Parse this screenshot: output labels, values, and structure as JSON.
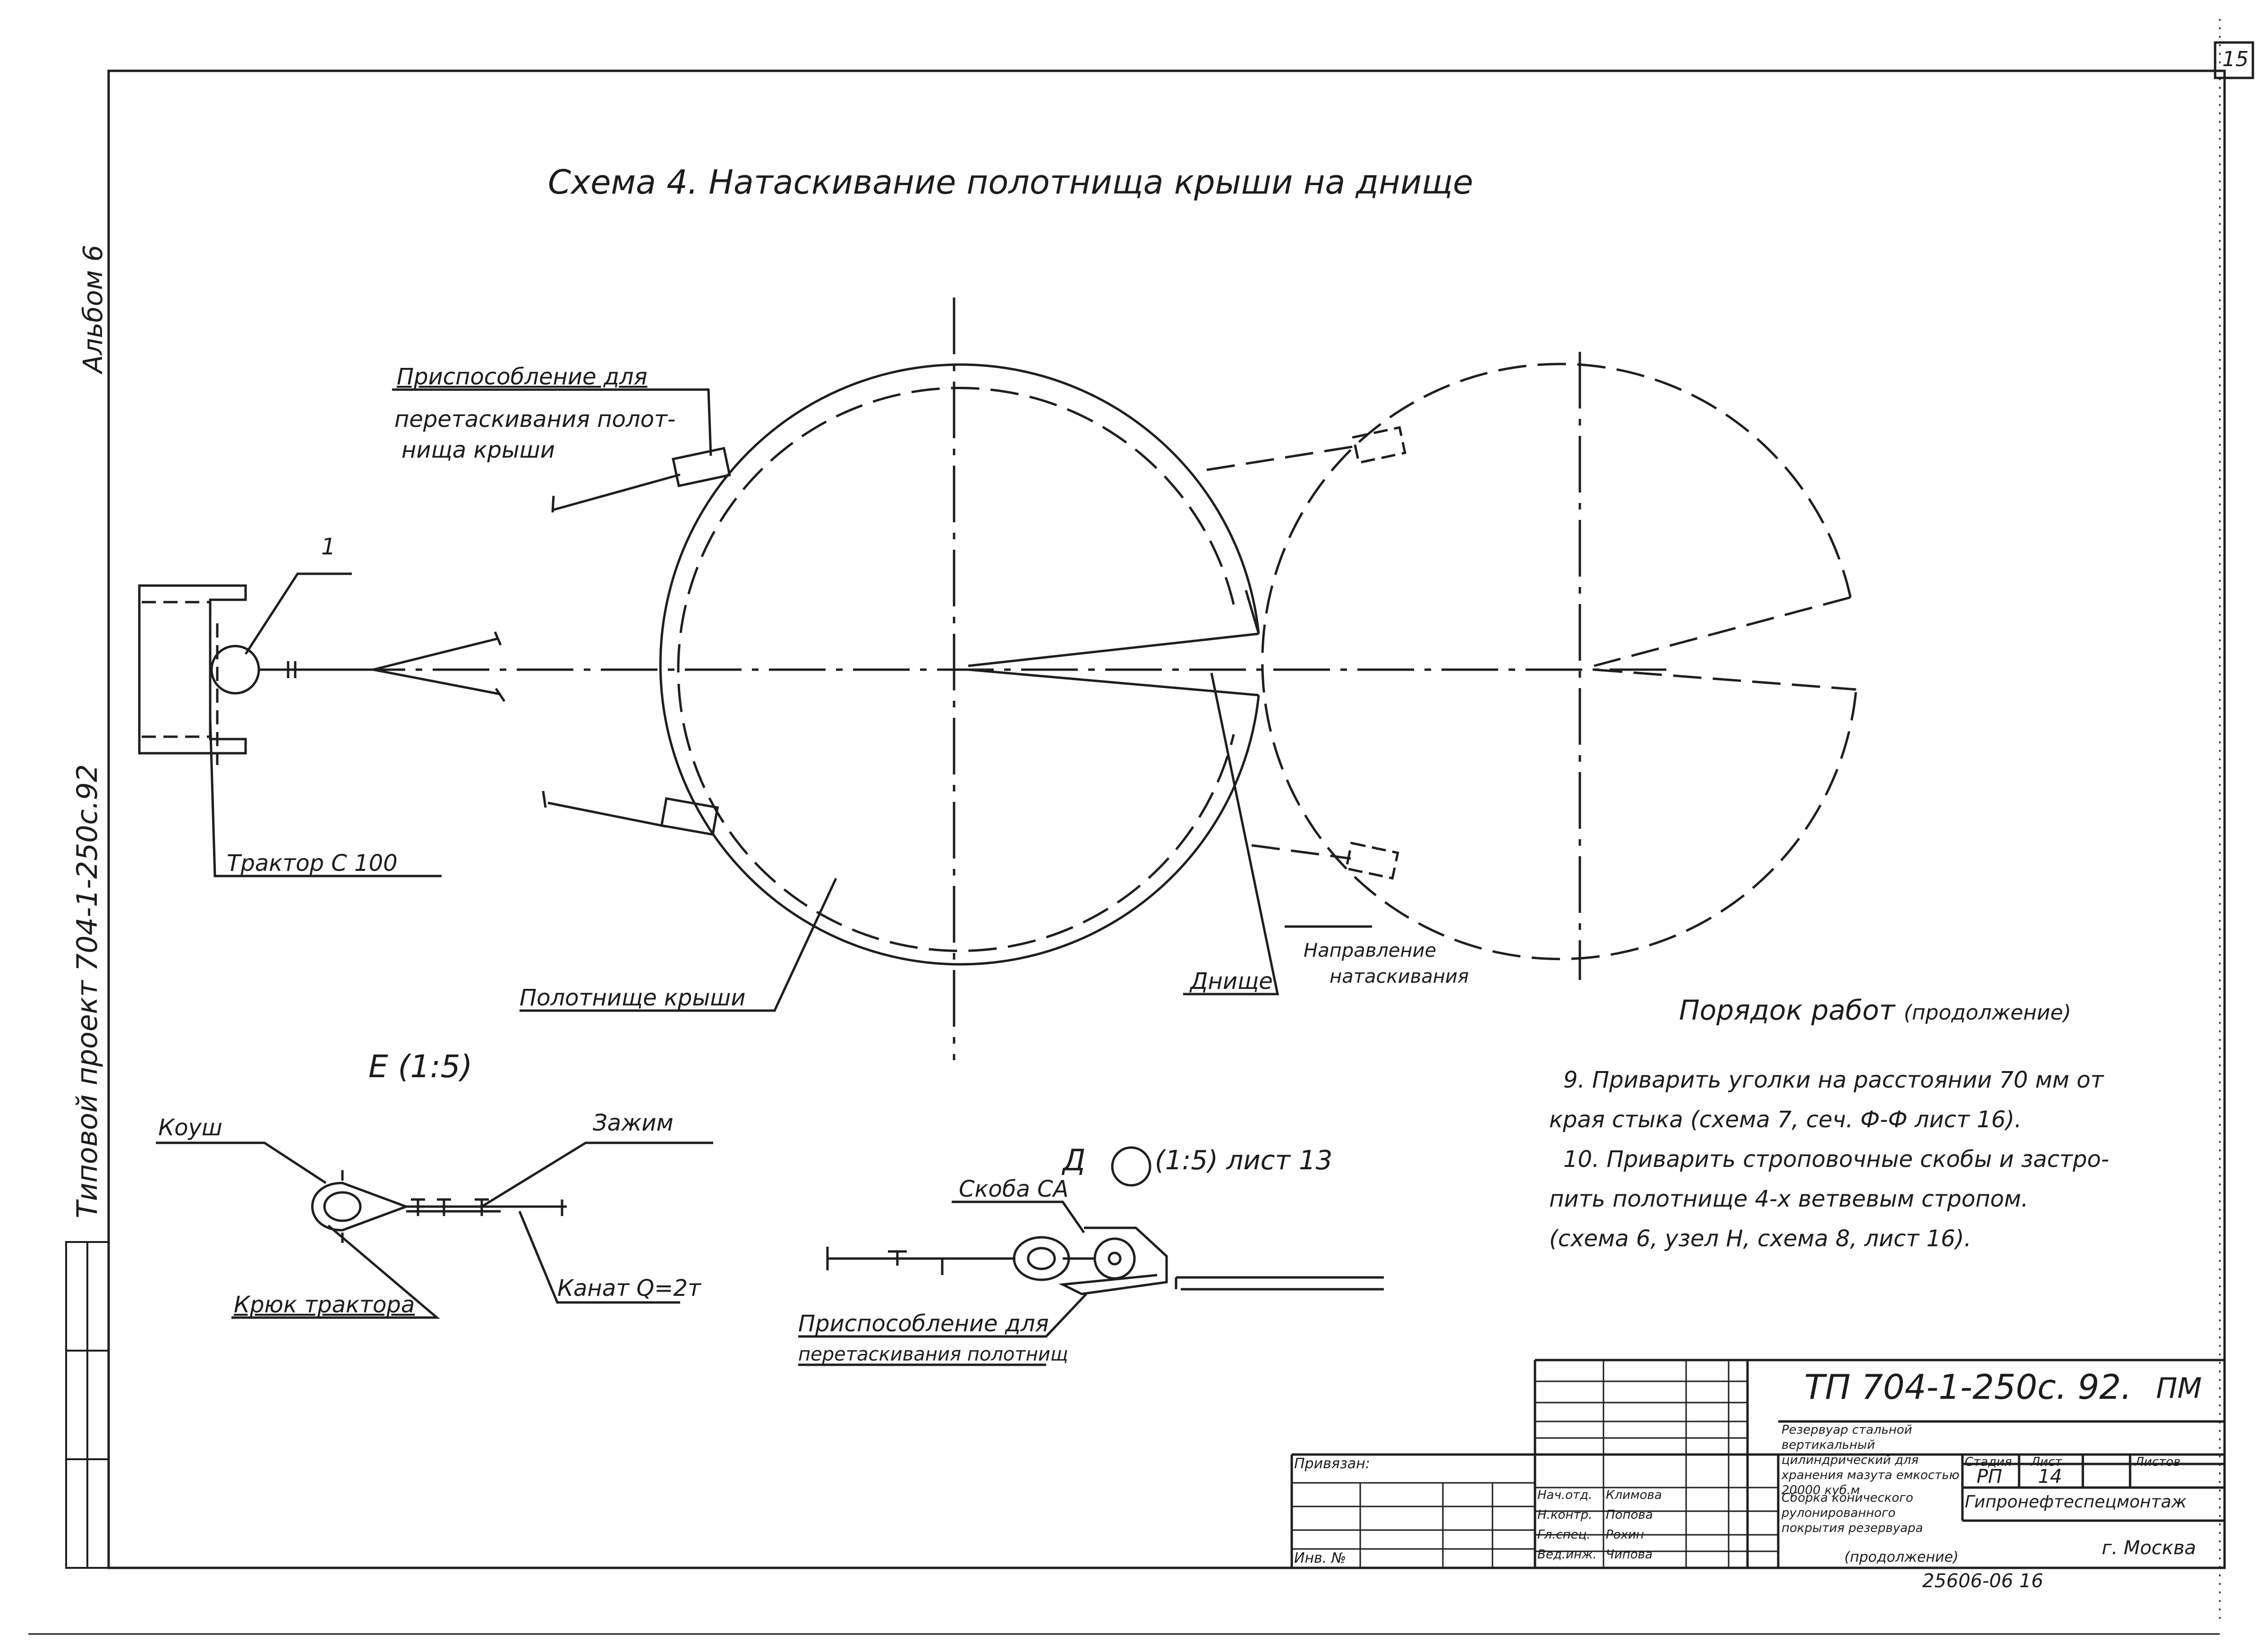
{
  "sheet_corner": "15",
  "title": "Схема 4. Натаскивание полотнища крыши на днище",
  "side_labels": {
    "album": "Альбом 6",
    "project": "Типовой проект 704-1-250с.92"
  },
  "scheme": {
    "label_device_1": "Приспособление для",
    "label_device_2": "перетаскивания полот-",
    "label_device_3": "нища крыши",
    "callout_number": "1",
    "label_tractor": "Трактор С 100",
    "label_roof_sheet": "Полотнище крыши",
    "label_bottom": "Днище",
    "label_direction_1": "Направление",
    "label_direction_2": "натаскивания"
  },
  "detail_e": {
    "title": "Е (1:5)",
    "label_thimble": "Коуш",
    "label_clamp": "Зажим",
    "label_hook": "Крюк трактора",
    "label_rope": "Канат Q=2т"
  },
  "detail_d": {
    "title_letter": "Д",
    "title_rest": "(1:5) лист 13",
    "label_bracket": "Скоба СА",
    "label_device_1": "Приспособление для",
    "label_device_2": "перетаскивания полотнищ"
  },
  "procedure": {
    "heading": "Порядок работ",
    "heading_note": "(продолжение)",
    "lines": [
      "9. Приварить   уголки  на  расстоянии  70 мм  от",
      "края   стыка  (схема 7,  сеч. Ф-Ф  лист 16).",
      "10. Приварить  строповочные   скобы  и  застро-",
      "пить  полотнище  4-х  ветвевым  стропом.",
      "(схема 6,  узел Н,  схема 8, лист 16)."
    ]
  },
  "title_block": {
    "code": "ТП   704-1-250с. 92.",
    "mark": "ПМ",
    "privyazan": "Привязан:",
    "inv_no": "Инв. №",
    "roles": [
      "Нач.отд.",
      "Н.контр.",
      "Гл.спец.",
      "Вед.инж."
    ],
    "names": [
      "Климова",
      "Попова",
      "Рохин",
      "Чипова"
    ],
    "object_desc": "Резервуар стальной вертикальный цилиндрический для хранения мазута емкостью 20000 куб.м",
    "sheet_desc": "Сборка конического рулонированного покрытия резервуара",
    "sheet_desc_note": "(продолжение)",
    "col_stage": "Стадия",
    "col_sheet": "Лист",
    "col_sheets": "Листов",
    "stage": "РП",
    "sheet": "14",
    "org": "Гипронефтеспецмонтаж",
    "city": "г. Москва",
    "archive_no": "25606-06  16"
  }
}
